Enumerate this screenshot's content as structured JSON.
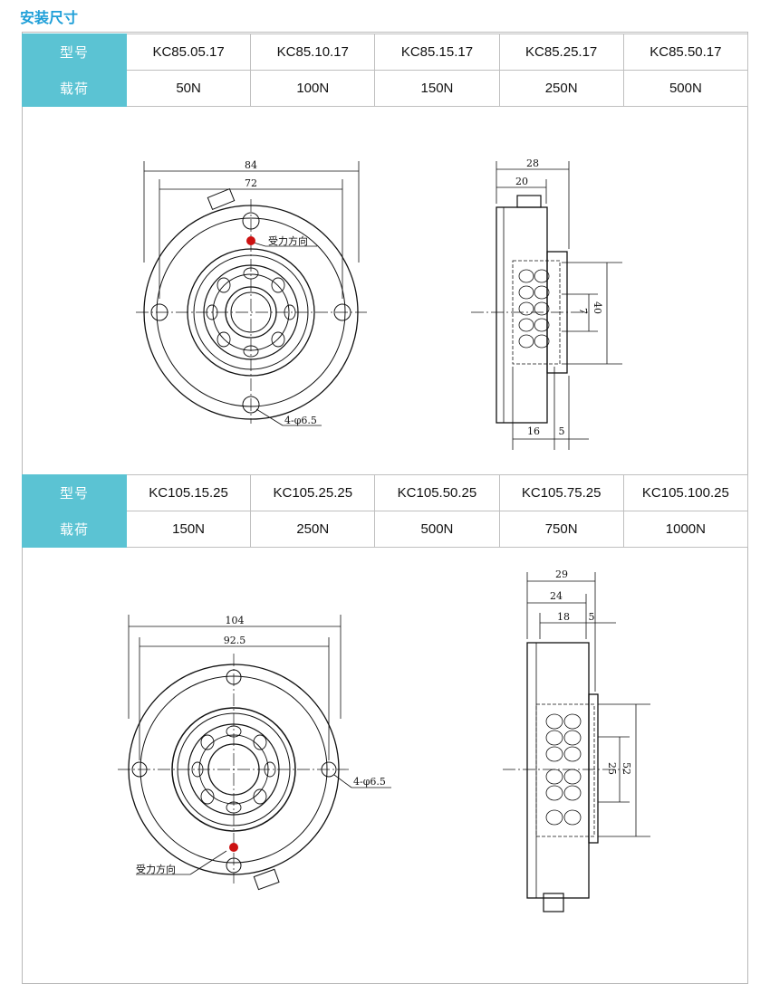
{
  "title": "安装尺寸",
  "tables": [
    {
      "model_label": "型号",
      "load_label": "载荷",
      "models": [
        "KC85.05.17",
        "KC85.10.17",
        "KC85.15.17",
        "KC85.25.17",
        "KC85.50.17"
      ],
      "loads": [
        "50N",
        "100N",
        "150N",
        "250N",
        "500N"
      ]
    },
    {
      "model_label": "型号",
      "load_label": "载荷",
      "models": [
        "KC105.15.25",
        "KC105.25.25",
        "KC105.50.25",
        "KC105.75.25",
        "KC105.100.25"
      ],
      "loads": [
        "150N",
        "250N",
        "500N",
        "750N",
        "1000N"
      ]
    }
  ],
  "drawing1": {
    "dim_outer": "84",
    "dim_inner": "72",
    "force_label": "受力方向",
    "hole_label": "4-φ6.5",
    "side_total": "28",
    "side_body": "20",
    "side_inner": "7",
    "side_height": "40",
    "side_depth": "16",
    "side_flange": "5",
    "dot_color": "#cc1111"
  },
  "drawing2": {
    "dim_outer": "104",
    "dim_inner": "92.5",
    "force_label": "受力方向",
    "hole_label": "4-φ6.5",
    "side_total": "29",
    "side_body": "24",
    "side_depth": "18",
    "side_flange": "5",
    "side_inner": "25",
    "side_height": "52",
    "dot_color": "#cc1111"
  }
}
